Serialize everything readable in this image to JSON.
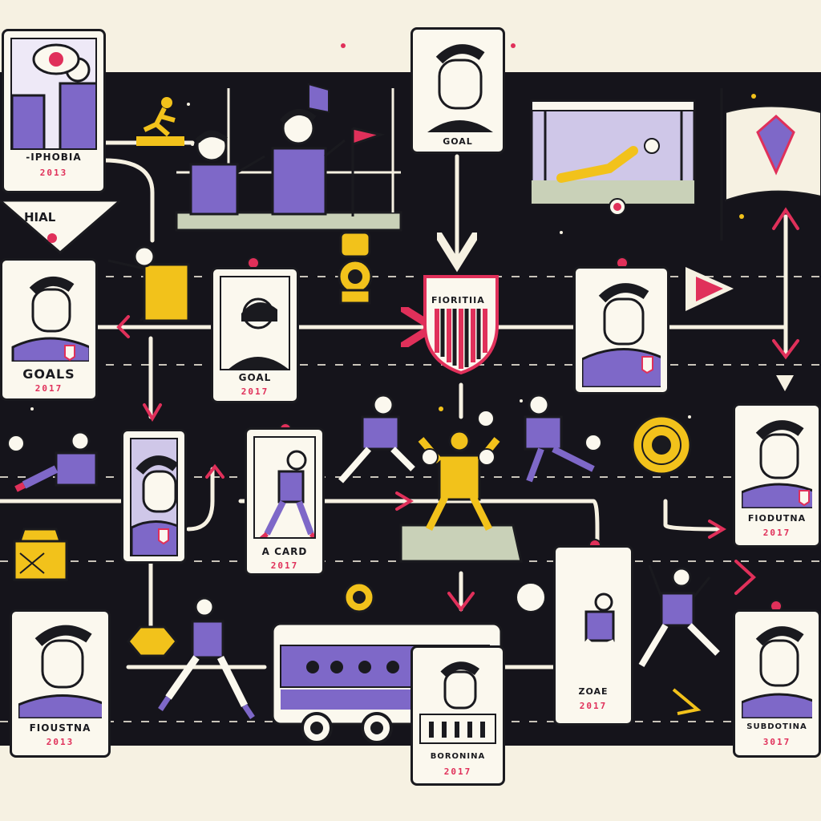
{
  "cards": {
    "top_left": {
      "name": "-IPHOBIA",
      "year": "2013"
    },
    "hial": {
      "label": "HIAL"
    },
    "goal_top": {
      "name": "GOAL"
    },
    "goals_left": {
      "name": "GOALS",
      "year": "2017"
    },
    "goal_mid": {
      "name": "GOAL",
      "year": "2017"
    },
    "crest": {
      "name": "FIORITIIA"
    },
    "right_mid_card": {
      "name": ""
    },
    "a_card": {
      "name": "A CARD",
      "year": "2017"
    },
    "fiodutna": {
      "name": "FIODUTNA",
      "year": "2017"
    },
    "bottom_left": {
      "name": "FIOUSTNA",
      "year": "2013"
    },
    "bus_card": {
      "name": "BORONINA",
      "year": "2017"
    },
    "zoae": {
      "name": "ZOAE",
      "year": "2017"
    },
    "subdotina": {
      "name": "SUBDOTINA",
      "year": "3017"
    }
  },
  "colors": {
    "board": "#15141b",
    "paper": "#f6f1e2",
    "purple": "#7e68c8",
    "yellow": "#f2c21b",
    "red": "#e0305a",
    "ink": "#1a1a1f"
  },
  "icons": [
    "soccer-ball-icon",
    "whistle-icon",
    "corner-flag-icon",
    "arrow-icon",
    "medal-icon",
    "crest-icon",
    "bus-icon",
    "flag-icon"
  ]
}
